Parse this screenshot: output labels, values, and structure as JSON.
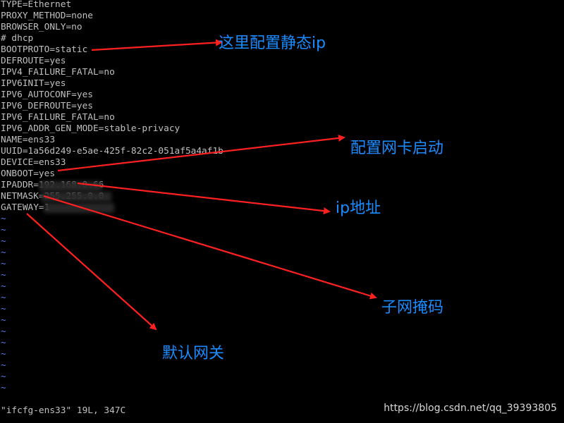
{
  "terminal": {
    "lines": [
      "TYPE=Ethernet",
      "PROXY_METHOD=none",
      "BROWSER_ONLY=no",
      "# dhcp",
      "BOOTPROTO=static",
      "DEFROUTE=yes",
      "IPV4_FAILURE_FATAL=no",
      "IPV6INIT=yes",
      "IPV6_AUTOCONF=yes",
      "IPV6_DEFROUTE=yes",
      "IPV6_FAILURE_FATAL=no",
      "IPV6_ADDR_GEN_MODE=stable-privacy",
      "NAME=ens33",
      "UUID=1a56d249-e5ae-425f-82c2-051af5a4af1b",
      "DEVICE=ens33",
      "ONBOOT=yes",
      "IPADDR=192.168.0.66",
      "NETMASK=255.255.0.0",
      "GATEWAY=1"
    ],
    "empty_line_marker": "~",
    "empty_line_count": 16,
    "status_line": "\"ifcfg-ens33\" 19L, 347C",
    "text_color": "#c0c0c0",
    "tilde_color": "#4f7fd6"
  },
  "annotations": {
    "static_ip": "这里配置静态ip",
    "onboot": "配置网卡启动",
    "ip_address": "ip地址",
    "netmask": "子网掩码",
    "gateway": "默认网关",
    "color": "#1a8cff"
  },
  "arrow_color": "#ff2020",
  "watermark": "https://blog.csdn.net/qq_39393805"
}
